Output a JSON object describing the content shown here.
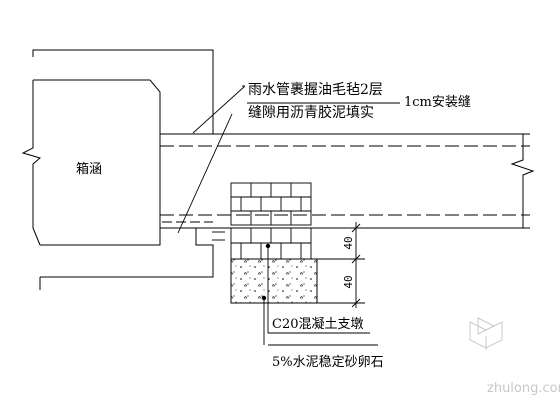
{
  "labels": {
    "culvert": "箱涵",
    "note_line1": "雨水管裹握油毛毡2层",
    "note_line2": "缝隙用沥青胶泥填实",
    "joint": "1cm安装缝",
    "dim_upper": "40",
    "dim_lower": "40",
    "support_pier": "C20混凝土支墩",
    "base_layer": "5%水泥稳定砂卵石"
  },
  "watermark": {
    "text": "zhulong.com"
  },
  "colors": {
    "line": "#000000",
    "watermark": "#c8c8c8"
  }
}
